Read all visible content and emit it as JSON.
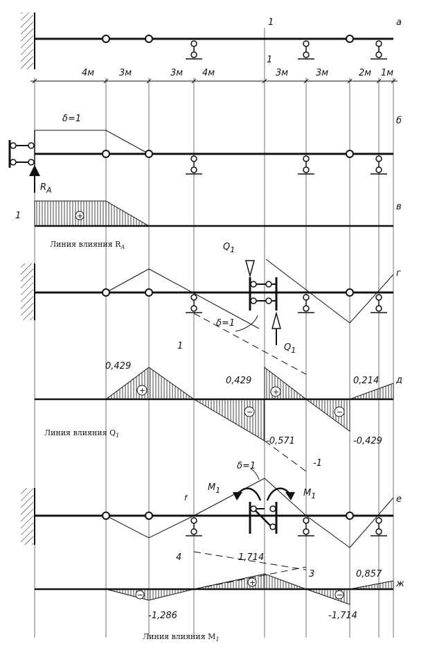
{
  "panel_labels": [
    "а",
    "б",
    "в",
    "г",
    "д",
    "е",
    "ж"
  ],
  "spans": [
    "4м",
    "3м",
    "3м",
    "4м",
    "3м",
    "3м",
    "2м",
    "1м"
  ],
  "section_label": "1",
  "delta": "δ=1",
  "ra": {
    "letter": "R",
    "sub": "A"
  },
  "one_label": "1",
  "captions": {
    "ra": {
      "text": "Линия влияния R",
      "sub": "A"
    },
    "q1": {
      "text": "Линия влияния Q",
      "sub": "1"
    },
    "m1": {
      "text": "Линия влияния M",
      "sub": "1"
    }
  },
  "q": {
    "letter": "Q",
    "sub": "1"
  },
  "m": {
    "letter": "M",
    "sub": "1"
  },
  "q_values": {
    "v0429a": "0,429",
    "v0429b": "0,429",
    "v0214": "0,214",
    "vm0571": "-0,571",
    "vm0429": "-0,429",
    "vm1": "-1",
    "one": "1"
  },
  "m_values": {
    "v4": "4",
    "v1714": "1,714",
    "v3": "3",
    "v0857": "0,857",
    "vm1286": "-1,286",
    "vm1714": "-1,714",
    "tick": "f"
  }
}
